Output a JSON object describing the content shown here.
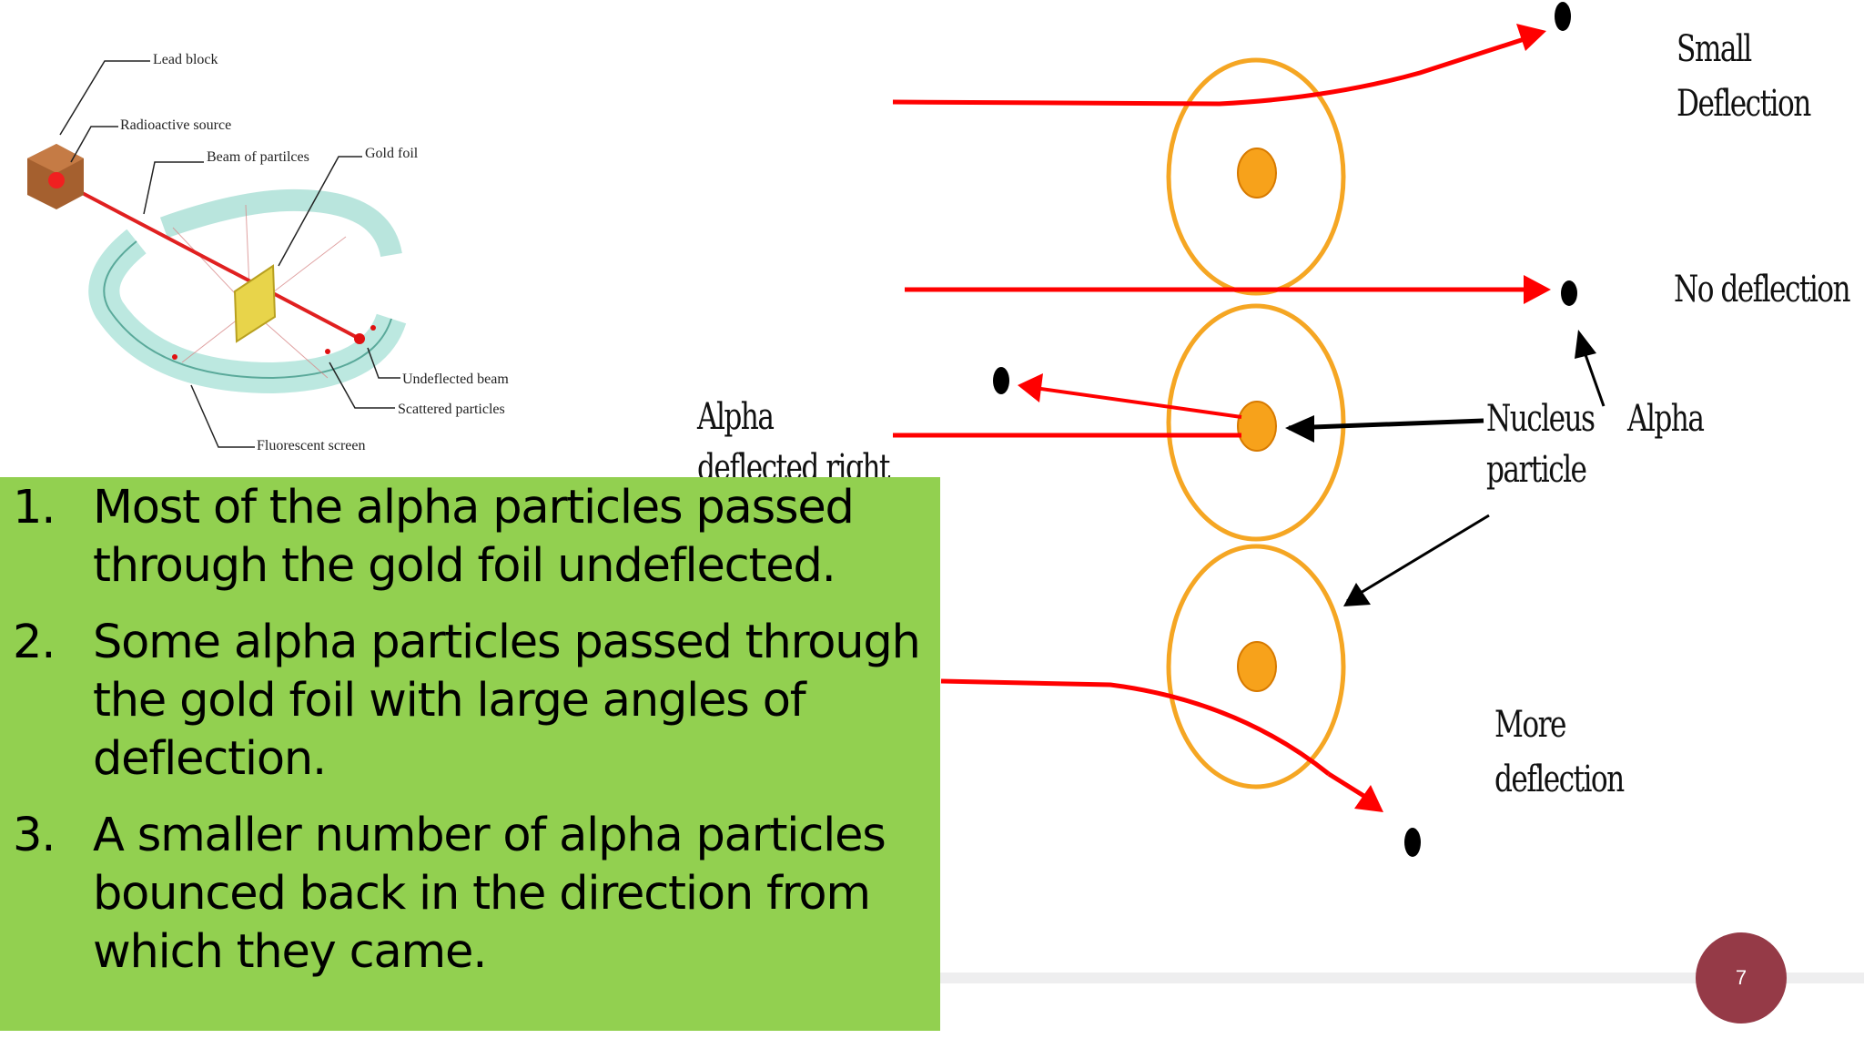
{
  "apparatus": {
    "labels": {
      "lead_block": "Lead block",
      "radioactive_source": "Radioactive source",
      "beam": "Beam of partilces",
      "gold_foil": "Gold foil",
      "undeflected": "Undeflected beam",
      "scattered": "Scattered particles",
      "screen": "Fluorescent screen"
    }
  },
  "diagram": {
    "labels": {
      "small_deflection_1": "Small",
      "small_deflection_2": "Deflection",
      "no_deflection": "No deflection",
      "nucleus": "Nucleus",
      "alpha_particle_1": "Alpha",
      "alpha_particle_2": "particle",
      "alpha_deflected_1": "Alpha",
      "alpha_deflected_2": "deflected right",
      "more_deflection_1": "More",
      "more_deflection_2": "deflection"
    },
    "colors": {
      "ray": "#ff0000",
      "atom_ring": "#f5a623",
      "nucleus": "#f7a21b",
      "dot": "#000000"
    }
  },
  "observations": [
    {
      "number": "1.",
      "text": "Most of the alpha particles passed through the gold foil undeflected."
    },
    {
      "number": "2.",
      "text": "Some alpha particles passed through the gold foil with large angles of deflection."
    },
    {
      "number": "3.",
      "text": "A smaller number of alpha particles bounced back in the direction from which they came."
    }
  ],
  "page_number": "7",
  "colors": {
    "text_box_bg": "#92d050",
    "badge_bg": "#953a47"
  }
}
